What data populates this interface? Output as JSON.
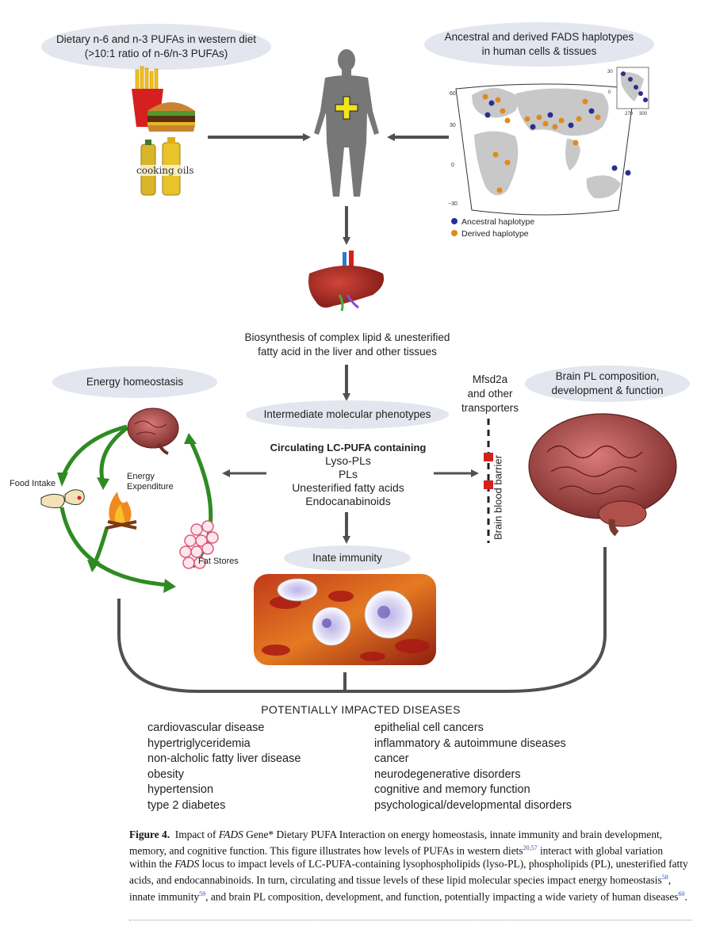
{
  "top_left_label": [
    "Dietary n-6 and n-3 PUFAs in western diet",
    "(>10:1 ratio of n-6/n-3 PUFAs)"
  ],
  "top_right_label": [
    "Ancestral and derived FADS haplotypes",
    "in human cells & tissues"
  ],
  "cooking_oils_label": "cooking oils",
  "map": {
    "lat_labels": [
      "60",
      "30",
      "0",
      "−30"
    ],
    "inset_labels": [
      "30",
      "0",
      "270",
      "300"
    ],
    "legend": [
      {
        "label": "Ancestral haplotype",
        "color": "#2a2f8f"
      },
      {
        "label": "Derived haplotype",
        "color": "#e08a1e"
      }
    ]
  },
  "liver_label": [
    "Biosynthesis of complex lipid & unesterified",
    "fatty acid in the liver and other tissues"
  ],
  "energy_homeostasis": "Energy homeostasis",
  "intermediate_phenotypes": "Intermediate molecular phenotypes",
  "brain_pl": [
    "Brain PL composition,",
    "development & function"
  ],
  "transporters": [
    "Mfsd2a",
    "and other",
    "transporters"
  ],
  "bbb_label": "Brain blood barrier",
  "molecules": {
    "header": "Circulating LC-PUFA containing",
    "items": [
      "Lyso-PLs",
      "PLs",
      "Unesterified fatty acids",
      "Endocanabinoids"
    ]
  },
  "cycle_labels": {
    "food_intake": "Food Intake",
    "energy_expenditure": [
      "Energy",
      "Expenditure"
    ],
    "fat_stores": "Fat Stores"
  },
  "innate_immunity": "Inate immunity",
  "diseases_header": "POTENTIALLY IMPACTED DISEASES",
  "diseases_left": [
    "cardiovascular disease",
    "hypertriglyceridemia",
    "non-alcholic fatty liver disease",
    "obesity",
    "hypertension",
    "type 2 diabetes"
  ],
  "diseases_right": [
    "epithelial cell cancers",
    "inflammatory & autoimmune diseases",
    "cancer",
    "neurodegenerative disorders",
    "cognitive and memory function",
    "psychological/developmental disorders"
  ],
  "caption": {
    "label": "Figure 4.",
    "text_1": "Impact of ",
    "fads_1": "FADS",
    "text_2": " Gene* Dietary PUFA Interaction on energy homeostasis, innate immunity and brain development, memory, and cognitive function. This figure illustrates how levels of PUFAs in western diets",
    "ref_1": "20,57",
    "text_3": " interact with global variation within the ",
    "fads_2": "FADS",
    "text_4": " locus to impact levels of LC-PUFA-containing lysophospholipids (lyso-PL), phospholipids (PL), unesterified fatty acids, and endocannabinoids. In turn, circulating and tissue levels of these lipid molecular species impact energy homeostasis",
    "ref_2": "58",
    "text_5": ", innate immunity",
    "ref_3": "59",
    "text_6": ", and brain PL composition, development, and function, potentially impacting a wide variety of human diseases",
    "ref_4": "60",
    "text_7": "."
  },
  "colors": {
    "arrow_gray": "#505050",
    "cycle_green": "#2e8b22",
    "pill_bg": "#e3e6ee",
    "ref_blue": "#2b4fb5"
  }
}
